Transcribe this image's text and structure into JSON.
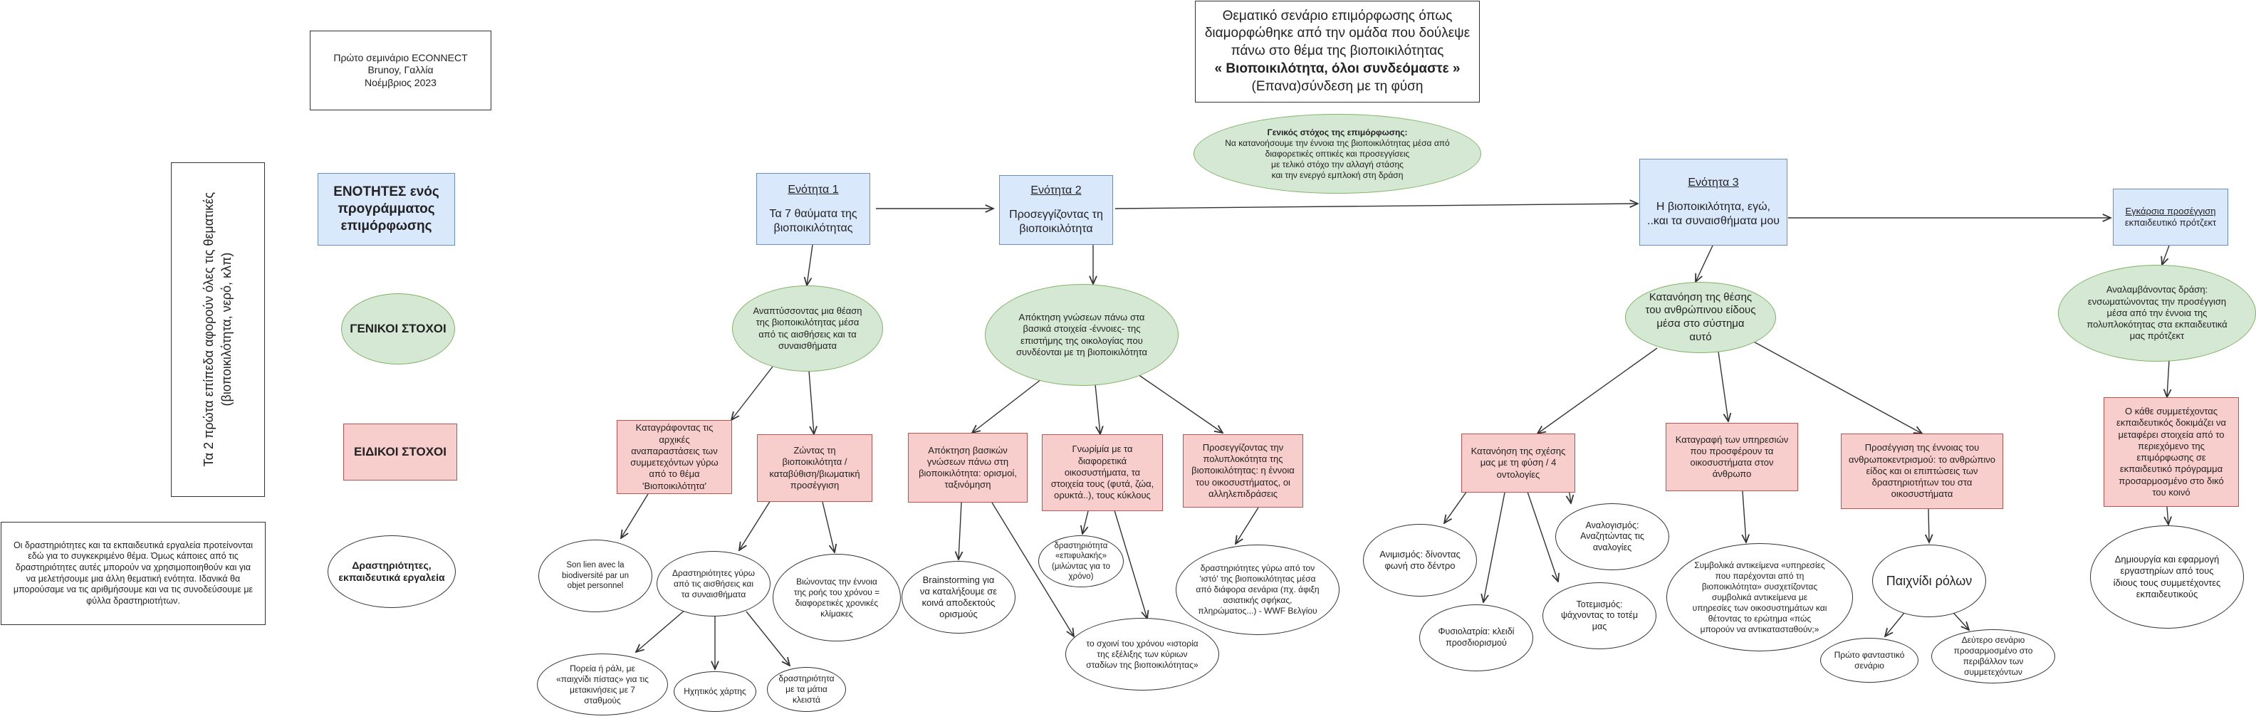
{
  "header": {
    "seminar": [
      "Πρώτο σεμινάριο ECONNECT",
      "Brunoy, Γαλλία",
      "Νοέμβριος 2023"
    ],
    "scenario": {
      "line1": "Θεματικό σενάριο επιμόρφωσης όπως",
      "line2": "διαμορφώθηκε από την ομάδα που δούλεψε",
      "line3": "πάνω στο θέμα της βιοποικιλότητας",
      "line4": "« Βιοποικιλότητα, όλοι συνδεόμαστε »",
      "line5": "(Επανα)σύνδεση με τη φύση"
    },
    "general_goal": {
      "title": "Γενικός στόχος της επιμόρφωσης:",
      "line1": "Να κατανοήσουμε την έννοια της βιοποικιλότητας μέσα από",
      "line2": "διαφορετικές οπτικές και προσεγγίσεις",
      "line3": "με τελικό στόχο την αλλαγή στάσης",
      "line4": "και την ενεργό εμπλοκή στη δράση"
    }
  },
  "side": {
    "vertical_line1": "Τα 2 πρώτα επίπεδα αφορούν όλες τις θεματικές",
    "vertical_line2": "(βιοποικιλότητα, νερό, κλπ)",
    "note": "Οι δραστηριότητες και τα εκπαιδευτικά εργαλεία προτείνονται εδώ για το συγκεκριμένο θέμα. Όμως κάποιες από τις δραστηριότητες αυτές μπορούν να χρησιμοποιηθούν και για να μελετήσουμε μια άλλη θεματική ενότητα. Ιδανικά θα μπορούσαμε να τις αριθμήσουμε και να τις συνοδεύσουμε με φύλλα δραστηριοτήτων."
  },
  "legend": {
    "units": "ΕΝΟΤΗΤΕΣ ενός προγράμματος επιμόρφωσης",
    "general": "ΓΕΝΙΚΟΙ ΣΤΟΧΟΙ",
    "specific": "ΕΙΔΙΚΟΙ ΣΤΟΧΟΙ",
    "activities": "Δραστηριότητες, εκπαιδευτικά εργαλεία"
  },
  "units": [
    {
      "title": "Ενότητα 1",
      "text": "Τα 7 θαύματα της βιοποικιλότητας"
    },
    {
      "title": "Ενότητα 2",
      "text": "Προσεγγίζοντας τη βιοποικιλότητα"
    },
    {
      "title": "Ενότητα 3",
      "text": "Η βιοποικιλότητα, εγώ, ..και τα συναισθήματα μου"
    },
    {
      "title": "Εγκάρσια προσέγγιση",
      "text": "εκπαιδευτικό πρότζεκτ"
    }
  ],
  "general_goals": [
    "Αναπτύσσοντας μια θέαση της βιοποικιλότητας μέσα από τις αισθήσεις και τα συναισθήματα",
    "Απόκτηση γνώσεων πάνω στα βασικά στοιχεία -έννοιες- της επιστήμης της οικολογίας που συνδέονται με τη βιοποικιλότητα",
    "Κατανόηση της θέσης του ανθρώπινου είδους μέσα στο σύστημα αυτό",
    "Αναλαμβάνοντας δράση: ενσωματώνοντας την προσέγγιση μέσα από την έννοια της πολυπλοκότητας στα εκπαιδευτικά μας πρότζεκτ"
  ],
  "specific_goals": [
    "Καταγράφοντας τις αρχικές αναπαραστάσεις των συμμετεχόντων γύρω από το θέμα 'Βιοποικιλότητα'",
    "Ζώντας τη βιοποικιλότητα / καταβύθιση/βιωματική προσέγγιση",
    "Απόκτηση βασικών γνώσεων πάνω στη βιοποικιλότητα: ορισμοί, ταξινόμηση",
    "Γνωρίμία με τα διαφορετικά οικοσυστήματα, τα στοιχεία τους (φυτά, ζώα, ορυκτά..), τους κύκλους",
    "Προσεγγίζοντας την πολυπλοκότητα της βιοποικιλότητας: η έννοια του οικοσυστήματος, οι αλληλεπιδράσεις",
    "Κατανόηση της σχέσης μας με τη φύση / 4 οντολογίες",
    "Καταγραφή των υπηρεσιών που προσφέρουν τα οικοσυστήματα στον άνθρωπο",
    "Προσέγγιση της έννοιας του ανθρωποκεντρισμού: το ανθρώπινο είδος και οι επιπτώσεις των δραστηριοτήτων του στα οικοσυστήματα",
    "Ο κάθε συμμετέχοντας εκπαιδευτικός δοκιμάζει να μεταφέρει στοιχεία από το περιεχόμενο της επιμόρφωσης σε εκπαιδευτικό πρόγραμμα προσαρμοσμένο στο δικό του κοινό"
  ],
  "activities": [
    "Son lien avec la biodiversité par un objet personnel",
    "Δραστηριότητες γύρω από τις αισθήσεις και τα συναισθήματα",
    "Βιώνοντας την έννοια της ροής του χρόνου = διαφορετικές χρονικές κλίμακες",
    "Πορεία ή ράλι, με «παιχνίδι πίστας» για τις μετακινήσεις με 7 σταθμούς",
    "Ηχητικός χάρτης",
    "δραστηριότητα με τα μάτια κλειστά",
    "Brainstorming για να καταλήξουμε σε κοινά αποδεκτούς ορισμούς",
    "δραστηριότητα «επιφυλακής» (μιλώντας για το χρόνο)",
    "το σχοινί του χρόνου «ιστορία της εξέλιξης των κύριων σταδίων της βιοποικιλότητας»",
    "δραστηριότητες γύρω από τον 'ιστό' της βιοποικιλότητας μέσα από διάφορα σενάρια (πχ. άφιξη ασιατικής σφήκας, πληρώματος...) - WWF Βελγίου",
    "Ανιμισμός: δίνοντας φωνή στο δέντρο",
    "Φυσιολατρία: κλειδί προσδιορισμού",
    "Τοτεμισμός: ψάχνοντας το τοτέμ μας",
    "Αναλογισμός: Αναζητώντας τις αναλογίες",
    "Συμβολικά αντικείμενα «υπηρεσίες που παρέχονται από τη βιοποικιλότητα» συσχετίζοντας συμβολικά αντικείμενα με υπηρεσίες των οικοσυστημάτων και θέτοντας το ερώτημα «πώς μπορούν να αντικατασταθούν;»",
    "Παιχνίδι ρόλων",
    "Πρώτο φανταστικό σενάριο",
    "Δεύτερο σενάριο προσαρμοσμένο στο περιβάλλον των συμμετεχόντων",
    "Δημιουργία και εφαρμογή εργαστηρίων από τους ίδιους τους συμμετέχοντες εκπαιδευτικούς"
  ]
}
